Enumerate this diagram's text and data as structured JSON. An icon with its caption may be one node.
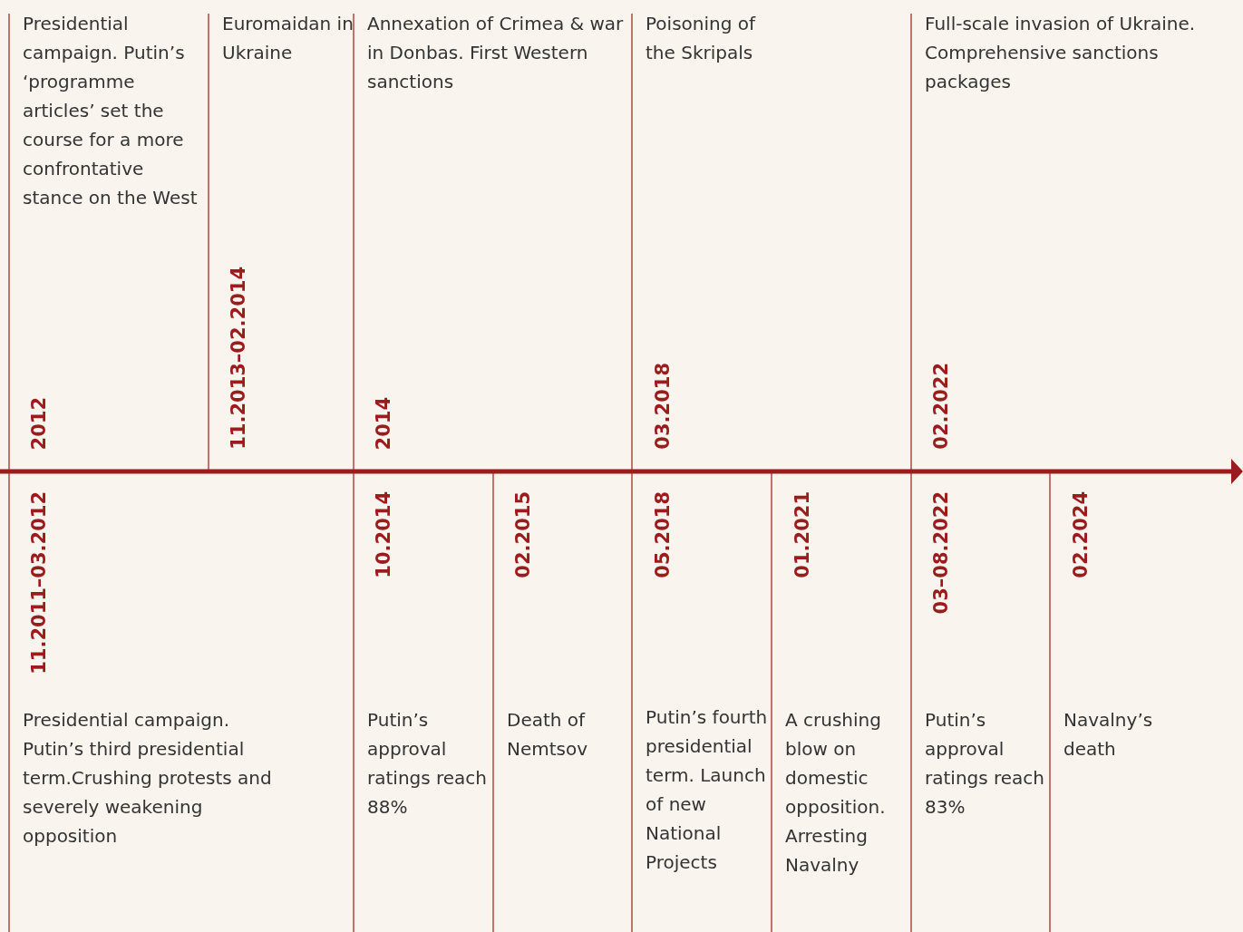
{
  "diagram": {
    "labels": [
      "Presidential campaign. Putin’s ‘programme articles’ set the course for a more confrontative stance on the West",
      "2012",
      "Euromaidan in Ukraine",
      "11.2013–02.2014",
      "Annexation of Crimea & war in Donbas. First Western sanctions",
      "2014",
      "Poisoning of the Skripals",
      "03.2018",
      "Full-scale invasion of Ukraine. Comprehensive sanctions packages",
      "02.2022",
      "11.2011–03.2012",
      "Presidential campaign. Putin’s third presidential term.Crushing protests and severely weakening opposition",
      "10.2014",
      "Putin’s approval ratings reach 88%",
      "02.2015",
      "Death of Nemtsov",
      "05.2018",
      "Putin’s fourth presidential term. Launch of new National Projects",
      "01.2021",
      "A crushing blow on domestic opposition. Arresting Navalny",
      "03–08.2022",
      "Putin’s approval ratings reach 83%",
      "02.2024",
      "Navalny’s death"
    ]
  }
}
